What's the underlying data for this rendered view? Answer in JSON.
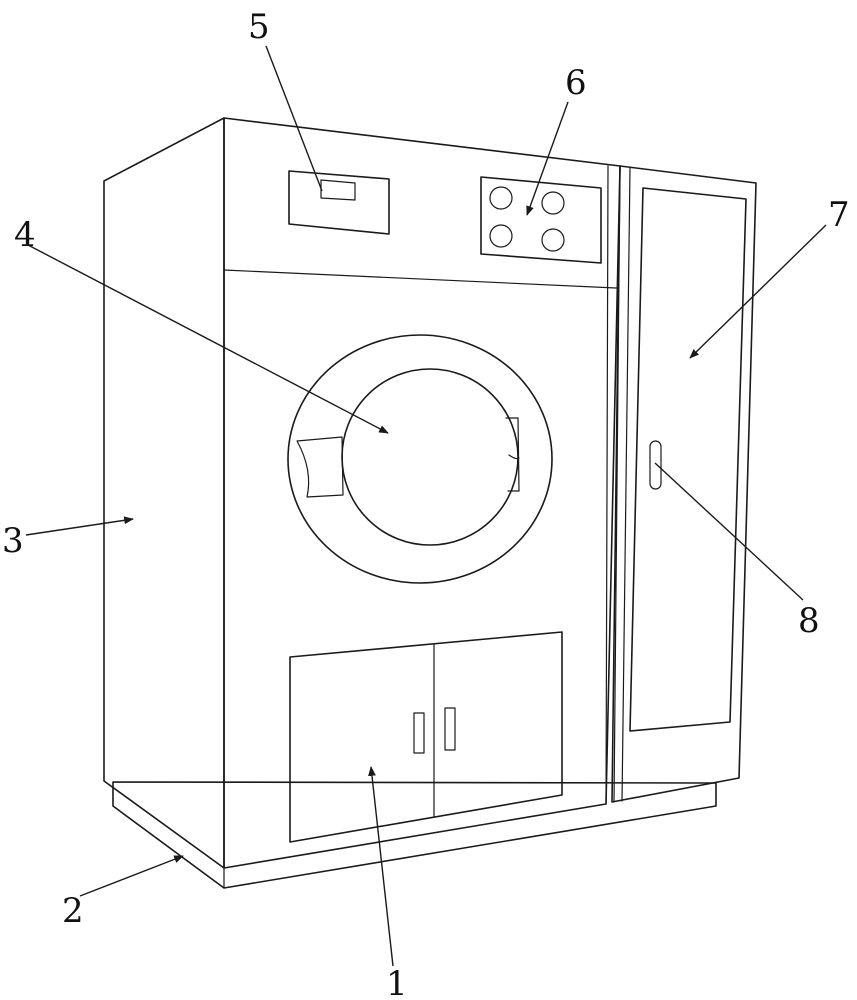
{
  "callouts": [
    {
      "id": "lower-cabinet-doors",
      "label": "1"
    },
    {
      "id": "base-plinth",
      "label": "2"
    },
    {
      "id": "side-panel",
      "label": "3"
    },
    {
      "id": "drum-door",
      "label": "4"
    },
    {
      "id": "display-screen",
      "label": "5"
    },
    {
      "id": "control-buttons",
      "label": "6"
    },
    {
      "id": "side-cabinet-door",
      "label": "7"
    },
    {
      "id": "door-handle",
      "label": "8"
    }
  ],
  "colors": {
    "line": "#1a1a1a",
    "background": "#ffffff"
  }
}
